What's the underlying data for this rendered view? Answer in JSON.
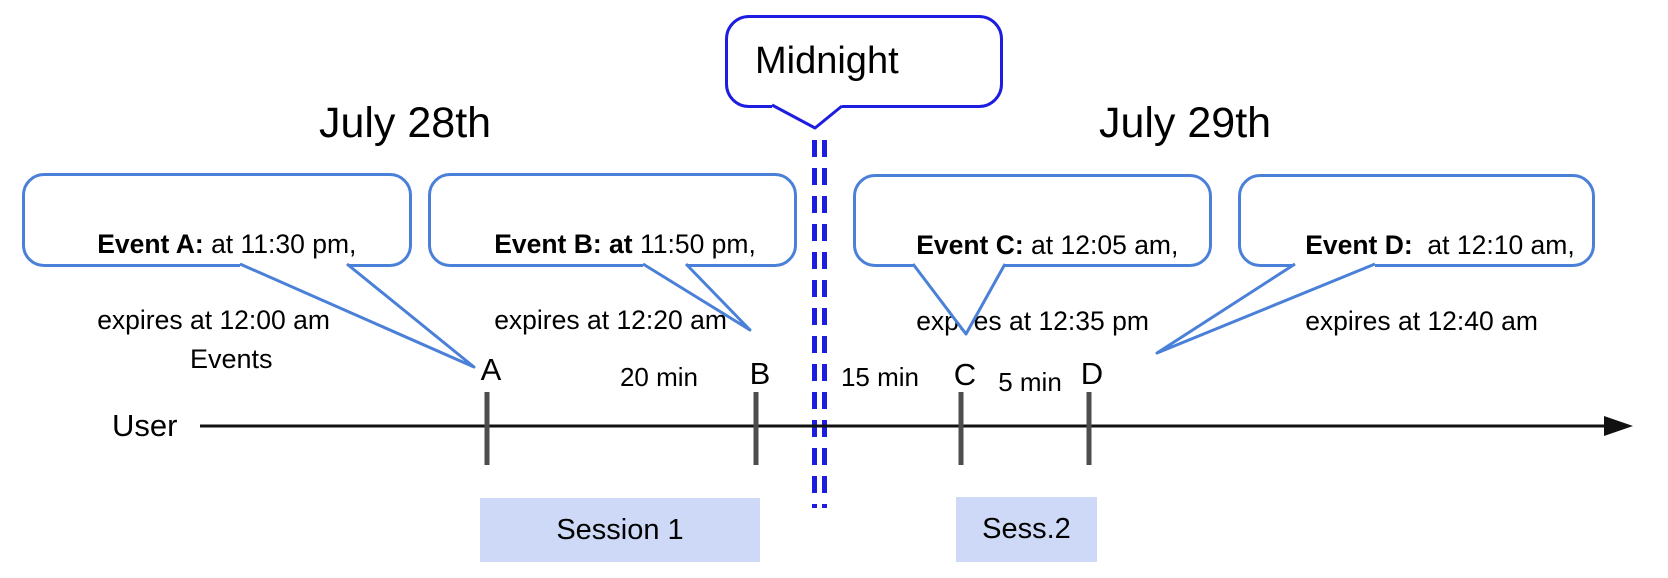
{
  "diagram": {
    "dates": {
      "left": "July 28th",
      "right": "July 29th"
    },
    "midnight_label": "Midnight",
    "events_axis_label": "Events",
    "user_label": "User",
    "callouts": [
      {
        "id": "A",
        "bold": "Event A:",
        "rest": " at 11:30 pm,",
        "line2": "expires at 12:00 am"
      },
      {
        "id": "B",
        "bold": "Event B: at",
        "rest": " 11:50 pm,",
        "line2": "expires at 12:20 am"
      },
      {
        "id": "C",
        "bold": "Event C:",
        "rest": " at 12:05 am,",
        "line2": "expires at 12:35 pm"
      },
      {
        "id": "D",
        "bold": "Event D:",
        "rest": "  at 12:10 am,",
        "line2": "expires at 12:40 am"
      }
    ],
    "tick_labels": [
      "A",
      "B",
      "C",
      "D"
    ],
    "intervals": [
      {
        "label": "20 min"
      },
      {
        "label": "15 min"
      },
      {
        "label": "5 min"
      }
    ],
    "sessions": [
      {
        "label": "Session 1"
      },
      {
        "label": "Sess.2"
      }
    ],
    "colors": {
      "event_callout_border": "#4a80d8",
      "midnight_border": "#1d1de0",
      "midnight_dashed_line": "#1d1de0",
      "session_fill": "#cdd9f6",
      "tick_mark": "#4d4d4d",
      "timeline": "#111111"
    }
  }
}
